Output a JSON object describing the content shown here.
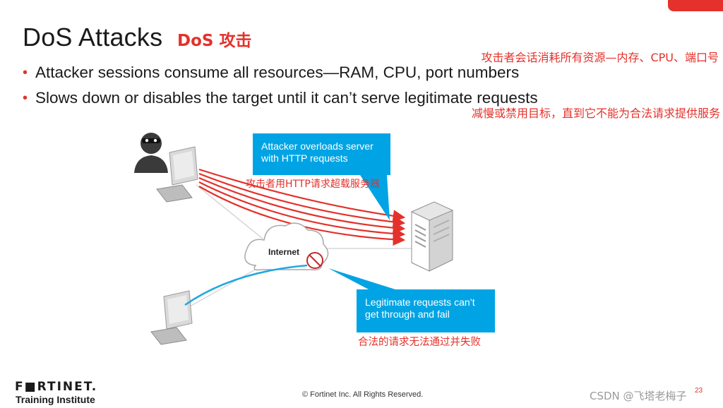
{
  "slide": {
    "title": "DoS Attacks",
    "title_annotation": "DoS 攻击",
    "bullets": [
      "Attacker sessions consume all resources—RAM, CPU, port numbers",
      "Slows down or disables the target until it can’t serve legitimate requests"
    ],
    "annotations": {
      "bullet1_cn": "攻击者会话消耗所有资源—内存、CPU、端口号",
      "bullet2_cn": "减慢或禁用目标，直到它不能为合法请求提供服务",
      "attacker_cn": "攻击者用HTTP请求超载服务器",
      "legit_cn": "合法的请求无法通过并失败"
    }
  },
  "diagram": {
    "callout_attacker": "Attacker overloads server with HTTP requests",
    "callout_legit": "Legitimate requests can’t get through and fail",
    "internet_label": "Internet",
    "icons": [
      "hacker-icon",
      "computer-icon",
      "server-icon",
      "cloud-icon",
      "blocked-icon"
    ],
    "colors": {
      "attack": "#e4312b",
      "legit": "#1fa8df",
      "callout": "#00a4e4",
      "accent": "#e4312b"
    }
  },
  "footer": {
    "logo": "F■RTINET.",
    "subtitle": "Training Institute",
    "copyright": "© Fortinet Inc. All Rights Reserved.",
    "page_number": "23",
    "watermark": "CSDN @飞塔老梅子"
  }
}
